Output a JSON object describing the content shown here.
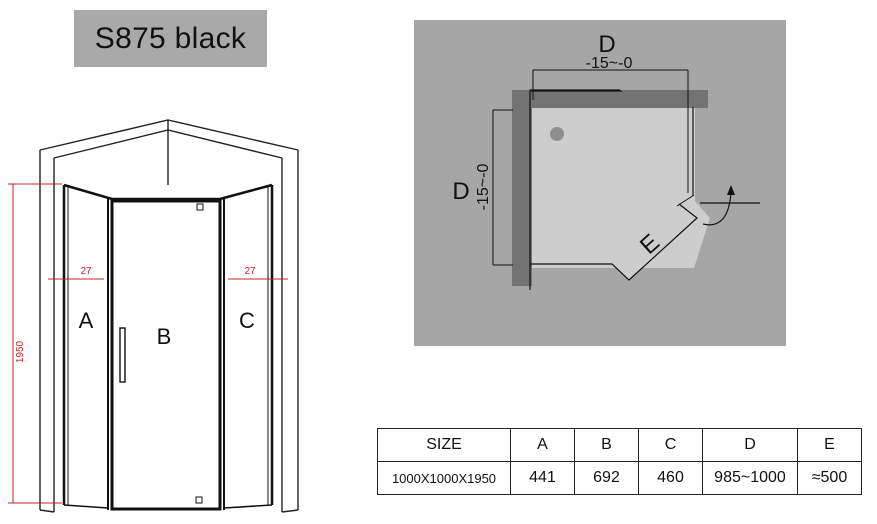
{
  "title": "S875 black",
  "front_view": {
    "height_label": "1950",
    "left_offset_label": "27",
    "right_offset_label": "27",
    "panel_a_label": "A",
    "panel_b_label": "B",
    "panel_c_label": "C"
  },
  "plan_view": {
    "top_dim_label": "D",
    "top_range_label": "-15~-0",
    "side_dim_label": "D",
    "side_range_label": "-15~-0",
    "diagonal_label": "E",
    "door_swing_icon": "curved-arrow-icon"
  },
  "spec_table": {
    "headers": [
      "SIZE",
      "A",
      "B",
      "C",
      "D",
      "E"
    ],
    "row": [
      "1000X1000X1950",
      "441",
      "692",
      "460",
      "985~1000",
      "≈500"
    ]
  },
  "colors": {
    "title_bg": "#a9a9a9",
    "plan_bg": "#a6a6a6",
    "plan_inner": "#c9c9c9",
    "wall_shadow": "#6f6f6f",
    "dimension_red": "#c8202a"
  }
}
